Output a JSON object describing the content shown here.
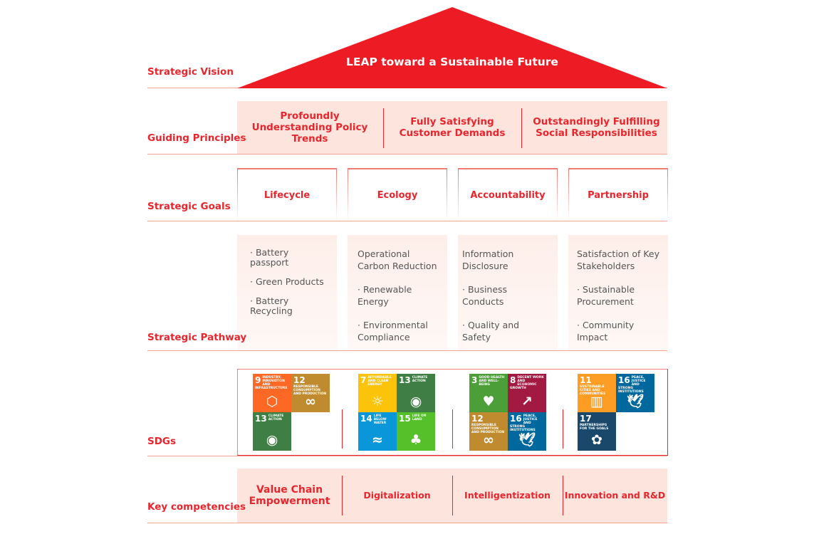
{
  "rows": {
    "vision": "Strategic Vision",
    "principles": "Guiding Principles",
    "goals": "Strategic Goals",
    "pathway": "Strategic Pathway",
    "sdgs": "SDGs",
    "competencies": "Key competencies"
  },
  "vision": "LEAP toward a Sustainable Future",
  "principles": [
    "Profoundly Understanding Policy Trends",
    "Fully Satisfying Customer Demands",
    "Outstandingly Fulfilling Social Responsibilities"
  ],
  "goals": [
    "Lifecycle",
    "Ecology",
    "Accountability",
    "Partnership"
  ],
  "pathways": [
    [
      "· Battery passport",
      "· Green Products",
      "· Battery Recycling"
    ],
    [
      "Operational Carbon Reduction",
      "· Renewable Energy",
      "· Environmental Compliance"
    ],
    [
      "Information Disclosure",
      "· Business Conducts",
      "· Quality and Safety"
    ],
    [
      "Satisfaction of Key Stakeholders",
      "· Sustainable Procurement",
      "· Community Impact"
    ]
  ],
  "sdgs": [
    [
      {
        "n": "9",
        "t": "INDUSTRY, INNOVATION AND INFRASTRUCTURE",
        "c": "#fd6925",
        "i": "⬡"
      },
      {
        "n": "12",
        "t": "RESPONSIBLE CONSUMPTION AND PRODUCTION",
        "c": "#bf8b2e",
        "i": "∞"
      },
      {
        "n": "13",
        "t": "CLIMATE ACTION",
        "c": "#3f7e44",
        "i": "◉"
      }
    ],
    [
      {
        "n": "7",
        "t": "AFFORDABLE AND CLEAN ENERGY",
        "c": "#fcc30b",
        "i": "☼"
      },
      {
        "n": "13",
        "t": "CLIMATE ACTION",
        "c": "#3f7e44",
        "i": "◉"
      },
      {
        "n": "14",
        "t": "LIFE BELOW WATER",
        "c": "#0a97d9",
        "i": "≈"
      },
      {
        "n": "15",
        "t": "LIFE ON LAND",
        "c": "#56c02b",
        "i": "♣"
      }
    ],
    [
      {
        "n": "3",
        "t": "GOOD HEALTH AND WELL-BEING",
        "c": "#4c9f38",
        "i": "♥"
      },
      {
        "n": "8",
        "t": "DECENT WORK AND ECONOMIC GROWTH",
        "c": "#a21942",
        "i": "↗"
      },
      {
        "n": "12",
        "t": "RESPONSIBLE CONSUMPTION AND PRODUCTION",
        "c": "#bf8b2e",
        "i": "∞"
      },
      {
        "n": "16",
        "t": "PEACE, JUSTICE AND STRONG INSTITUTIONS",
        "c": "#00689d",
        "i": "🕊"
      }
    ],
    [
      {
        "n": "11",
        "t": "SUSTAINABLE CITIES AND COMMUNITIES",
        "c": "#fd9d24",
        "i": "▥"
      },
      {
        "n": "16",
        "t": "PEACE, JUSTICE AND STRONG INSTITUTIONS",
        "c": "#00689d",
        "i": "🕊"
      },
      {
        "n": "17",
        "t": "PARTNERSHIPS FOR THE GOALS",
        "c": "#19486a",
        "i": "✿"
      }
    ]
  ],
  "competencies": [
    "Value Chain Empowerment",
    "Digitalization",
    "Intelligentization",
    "Innovation and R&D"
  ],
  "colors": {
    "accent": "#e8262e",
    "roof": "#ed1c24",
    "pink": "#fde4dc"
  }
}
